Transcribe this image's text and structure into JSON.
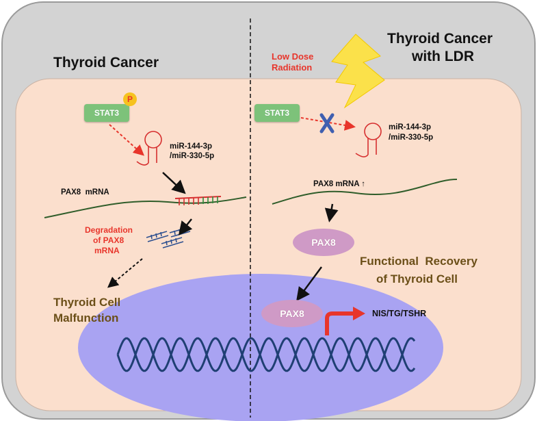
{
  "left_panel": {
    "title": "Thyroid Cancer",
    "stat3": "STAT3",
    "phospho": "P",
    "mirna_line1": "miR-144-3p",
    "mirna_line2": "/miR-330-5p",
    "mrna_label": "PAX8  mRNA",
    "degradation_line1": "Degradation",
    "degradation_line2": "of PAX8",
    "degradation_line3": "mRNA",
    "outcome_line1": "Thyroid Cell",
    "outcome_line2": "Malfunction"
  },
  "right_panel": {
    "title_line1": "Thyroid Cancer",
    "title_line2": "with LDR",
    "radiation_line1": "Low Dose",
    "radiation_line2": "Radiation",
    "stat3": "STAT3",
    "mirna_line1": "miR-144-3p",
    "mirna_line2": "/miR-330-5p",
    "mrna_label": "PAX8 mRNA ↑",
    "pax8_cytoplasm": "PAX8",
    "pax8_nucleus": "PAX8",
    "outcome_line1": "Functional  Recovery",
    "outcome_line2": "of Thyroid Cell",
    "targets": "NIS/TG/TSHR"
  },
  "colors": {
    "outer_cell": "#d3d3d3",
    "cytoplasm": "#fbdfcd",
    "nucleus": "#a9a3f2",
    "stat3": "#7dc27a",
    "pax8": "#cf9ac6",
    "dna": "#1f3f73",
    "mrna": "#2f5d2a",
    "inhibition": "#e8352b",
    "block_x": "#3f5fb0",
    "lightning": "#fbe14a"
  }
}
